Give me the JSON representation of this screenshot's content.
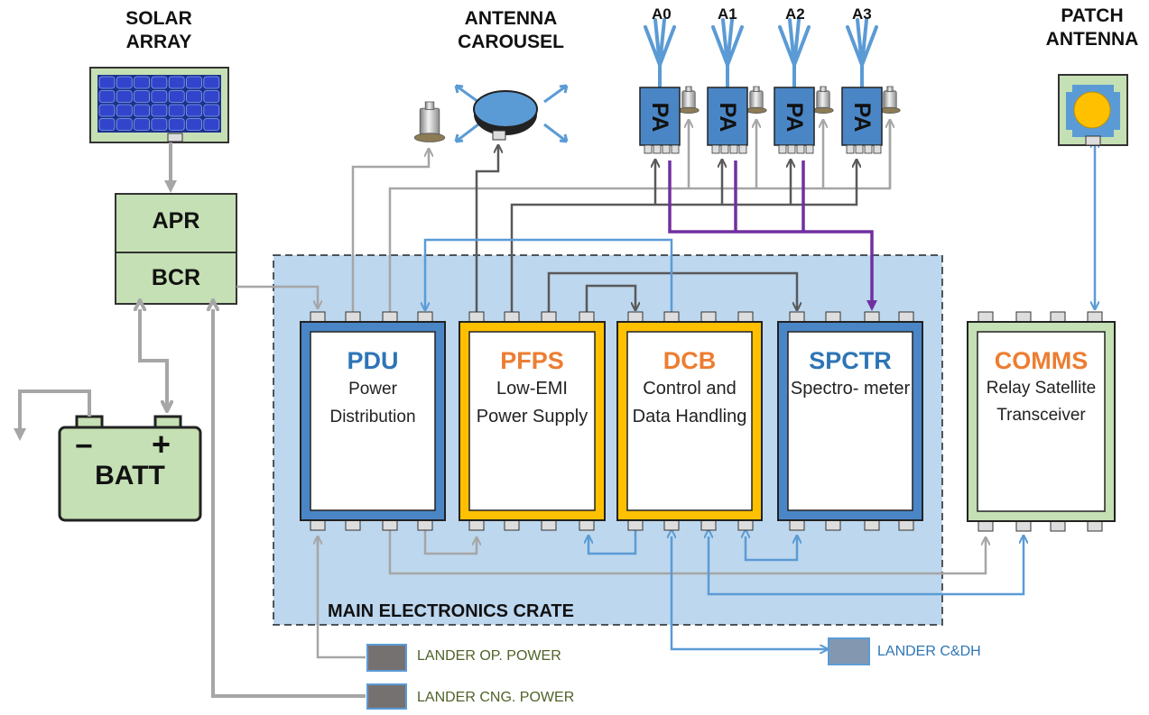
{
  "labels": {
    "solar": [
      "SOLAR",
      "ARRAY"
    ],
    "carousel": [
      "ANTENNA",
      "CAROUSEL"
    ],
    "patch": [
      "PATCH",
      "ANTENNA"
    ],
    "antennas": [
      "A0",
      "A1",
      "A2",
      "A3"
    ],
    "pa": "PA",
    "apr": "APR",
    "bcr": "BCR",
    "batt": "BATT",
    "batt_minus": "−",
    "batt_plus": "+",
    "crate": "MAIN ELECTRONICS CRATE"
  },
  "modules": [
    {
      "code": "PDU",
      "desc": "Power Distribution",
      "code_color": "#2e75b6"
    },
    {
      "code": "PFPS",
      "desc": "Low-EMI Power Supply",
      "code_color": "#ed7d31"
    },
    {
      "code": "DCB",
      "desc": "Control and Data Handling",
      "code_color": "#ed7d31"
    },
    {
      "code": "SPCTR",
      "desc": "Spectro- meter",
      "code_color": "#2e75b6"
    },
    {
      "code": "COMMS",
      "desc": "Relay Satellite Transceiver",
      "code_color": "#ed7d31"
    }
  ],
  "external": {
    "op_power": "LANDER OP. POWER",
    "cng_power": "LANDER CNG. POWER",
    "cdh": "LANDER C&DH"
  },
  "colors": {
    "power_line": "#a6a6a6",
    "signal_line": "#5b9bd5",
    "control_line": "#595959",
    "rf_line": "#7030a0",
    "crate_fill": "#bdd7ee",
    "module_blue": "#4a86c5",
    "module_yellow": "#ffc000",
    "module_green": "#c5e0b4",
    "pa_fill": "#4a86c5",
    "power_label_text": "#4f6228",
    "cdh_label_text": "#2e75b6"
  }
}
